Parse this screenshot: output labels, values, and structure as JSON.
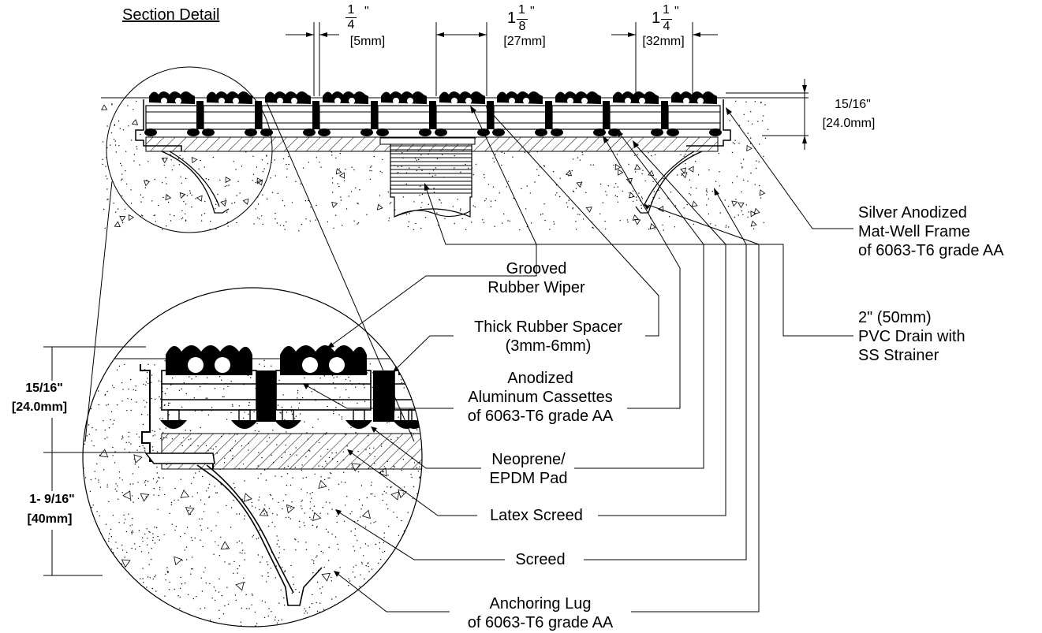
{
  "title": "Section Detail",
  "top_dims": [
    {
      "whole": "",
      "num": "1",
      "den": "4",
      "metric": "[5mm]"
    },
    {
      "whole": "1",
      "num": "1",
      "den": "8",
      "metric": "[27mm]"
    },
    {
      "whole": "1",
      "num": "1",
      "den": "4",
      "metric": "[32mm]"
    }
  ],
  "inch_mark": "\"",
  "right_dim": {
    "imperial": "15/16\"",
    "metric": "[24.0mm]"
  },
  "left_dims": [
    {
      "imperial": "15/16\"",
      "metric": "[24.0mm]"
    },
    {
      "imperial": "1- 9/16\"",
      "metric": "[40mm]"
    }
  ],
  "labels": {
    "frame": [
      "Silver Anodized",
      "Mat-Well Frame",
      "of 6063-T6 grade AA"
    ],
    "drain": [
      "2\" (50mm)",
      "PVC Drain with",
      "SS Strainer"
    ],
    "wiper": [
      "Grooved",
      "Rubber Wiper"
    ],
    "spacer": [
      "Thick Rubber Spacer",
      "(3mm-6mm)"
    ],
    "cassettes": [
      "Anodized",
      "Aluminum Cassettes",
      "of 6063-T6 grade AA"
    ],
    "pad": [
      "Neoprene/",
      "EPDM Pad"
    ],
    "latex": [
      "Latex Screed"
    ],
    "screed": [
      "Screed"
    ],
    "lug": [
      "Anchoring Lug",
      "of 6063-T6 grade AA"
    ]
  }
}
